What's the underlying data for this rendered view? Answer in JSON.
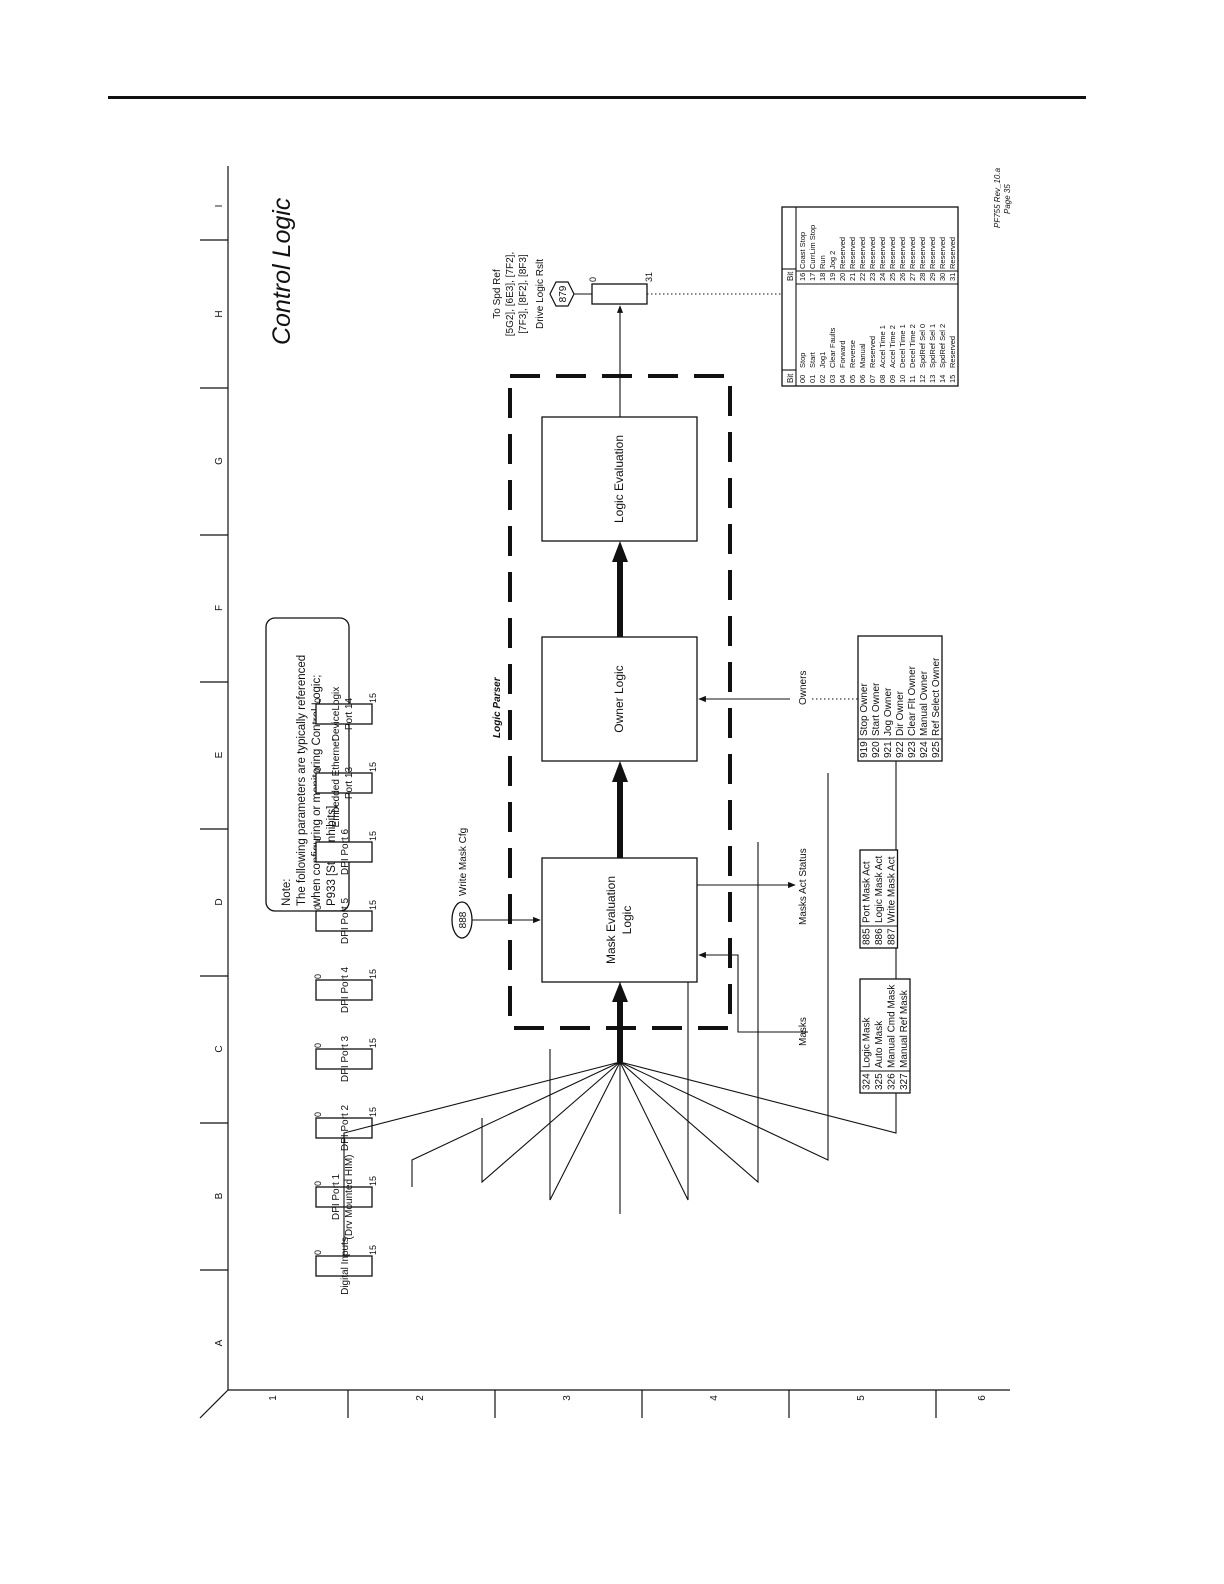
{
  "page": {
    "footer_ref": "PF755 Rev_10.a",
    "page_label": "Page 35"
  },
  "title": "Control Logic",
  "grid": {
    "letters": [
      "A",
      "B",
      "C",
      "D",
      "E",
      "F",
      "G",
      "H",
      "I"
    ],
    "numbers": [
      "1",
      "2",
      "3",
      "4",
      "5",
      "6"
    ]
  },
  "note": {
    "lines": [
      "Note:",
      "The following parameters are typically referenced",
      "when configuring or monitoring Control Logic;",
      "P933 [Start Inhibits]"
    ]
  },
  "inputs": [
    {
      "label_lines": [
        "Digital Inputs"
      ],
      "bit_low": "0",
      "bit_high": "15"
    },
    {
      "label_lines": [
        "DPI Port 1",
        "(Drv Mounted HIM)"
      ],
      "bit_low": "0",
      "bit_high": "15"
    },
    {
      "label_lines": [
        "DPI Port 2"
      ],
      "bit_low": "0",
      "bit_high": "15"
    },
    {
      "label_lines": [
        "DPI Port 3"
      ],
      "bit_low": "0",
      "bit_high": "15"
    },
    {
      "label_lines": [
        "DPI Port 4"
      ],
      "bit_low": "0",
      "bit_high": "15"
    },
    {
      "label_lines": [
        "DPI Port 5"
      ],
      "bit_low": "0",
      "bit_high": "15"
    },
    {
      "label_lines": [
        "DPI Port 6"
      ],
      "bit_low": "0",
      "bit_high": "15"
    },
    {
      "label_lines": [
        "Embedded Ethernet",
        "Port 13"
      ],
      "bit_low": "0",
      "bit_high": "15"
    },
    {
      "label_lines": [
        "DeviceLogix",
        "Port 14"
      ],
      "bit_low": "0",
      "bit_high": "15"
    }
  ],
  "logic_parser": {
    "label": "Logic Parser",
    "blocks": [
      {
        "lines": [
          "Mask Evaluation",
          "Logic"
        ]
      },
      {
        "lines": [
          "Owner Logic"
        ]
      },
      {
        "lines": [
          "Logic Evaluation"
        ]
      }
    ]
  },
  "write_mask": {
    "param": "888",
    "label": "Write Mask Cfg"
  },
  "masks": {
    "label": "Masks",
    "params": [
      {
        "num": "324",
        "name": "Logic Mask"
      },
      {
        "num": "325",
        "name": "Auto Mask"
      },
      {
        "num": "326",
        "name": "Manual Cmd Mask"
      },
      {
        "num": "327",
        "name": "Manual Ref Mask"
      }
    ]
  },
  "masks_act_status": {
    "label": "Masks Act Status",
    "params": [
      {
        "num": "885",
        "name": "Port Mask Act"
      },
      {
        "num": "886",
        "name": "Logic Mask Act"
      },
      {
        "num": "887",
        "name": "Write Mask Act"
      }
    ]
  },
  "owners": {
    "label": "Owners",
    "params": [
      {
        "num": "919",
        "name": "Stop Owner"
      },
      {
        "num": "920",
        "name": "Start Owner"
      },
      {
        "num": "921",
        "name": "Jog Owner"
      },
      {
        "num": "922",
        "name": "Dir Owner"
      },
      {
        "num": "923",
        "name": "Clear Flt Owner"
      },
      {
        "num": "924",
        "name": "Manual Owner"
      },
      {
        "num": "925",
        "name": "Ref Select Owner"
      }
    ]
  },
  "output": {
    "param": "879",
    "name": "Drive Logic Rslt",
    "bit_low": "0",
    "bit_high": "31",
    "to_lines": [
      "To Spd Ref",
      "[5G2], [6E3], [7F2],",
      "[7F3], [8F2], [8F3]"
    ]
  },
  "bit_table": {
    "header": "Bit",
    "rows_low": [
      {
        "bit": "00",
        "name": "Stop"
      },
      {
        "bit": "01",
        "name": "Start"
      },
      {
        "bit": "02",
        "name": "Jog1"
      },
      {
        "bit": "03",
        "name": "Clear Faults"
      },
      {
        "bit": "04",
        "name": "Forward"
      },
      {
        "bit": "05",
        "name": "Reverse"
      },
      {
        "bit": "06",
        "name": "Manual"
      },
      {
        "bit": "07",
        "name": "Reserved"
      },
      {
        "bit": "08",
        "name": "Accel Time 1"
      },
      {
        "bit": "09",
        "name": "Accel Time 2"
      },
      {
        "bit": "10",
        "name": "Decel Time 1"
      },
      {
        "bit": "11",
        "name": "Decel Time 2"
      },
      {
        "bit": "12",
        "name": "SpdRef Sel 0"
      },
      {
        "bit": "13",
        "name": "SpdRef Sel 1"
      },
      {
        "bit": "14",
        "name": "SpdRef Sel 2"
      },
      {
        "bit": "15",
        "name": "Reserved"
      }
    ],
    "rows_high": [
      {
        "bit": "16",
        "name": "Coast Stop"
      },
      {
        "bit": "17",
        "name": "CurrLim Stop"
      },
      {
        "bit": "18",
        "name": "Run"
      },
      {
        "bit": "19",
        "name": "Jog 2"
      },
      {
        "bit": "20",
        "name": "Reserved"
      },
      {
        "bit": "21",
        "name": "Reserved"
      },
      {
        "bit": "22",
        "name": "Reserved"
      },
      {
        "bit": "23",
        "name": "Reserved"
      },
      {
        "bit": "24",
        "name": "Reserved"
      },
      {
        "bit": "25",
        "name": "Reserved"
      },
      {
        "bit": "26",
        "name": "Reserved"
      },
      {
        "bit": "27",
        "name": "Reserved"
      },
      {
        "bit": "28",
        "name": "Reserved"
      },
      {
        "bit": "29",
        "name": "Reserved"
      },
      {
        "bit": "30",
        "name": "Reserved"
      },
      {
        "bit": "31",
        "name": "Reserved"
      }
    ]
  }
}
